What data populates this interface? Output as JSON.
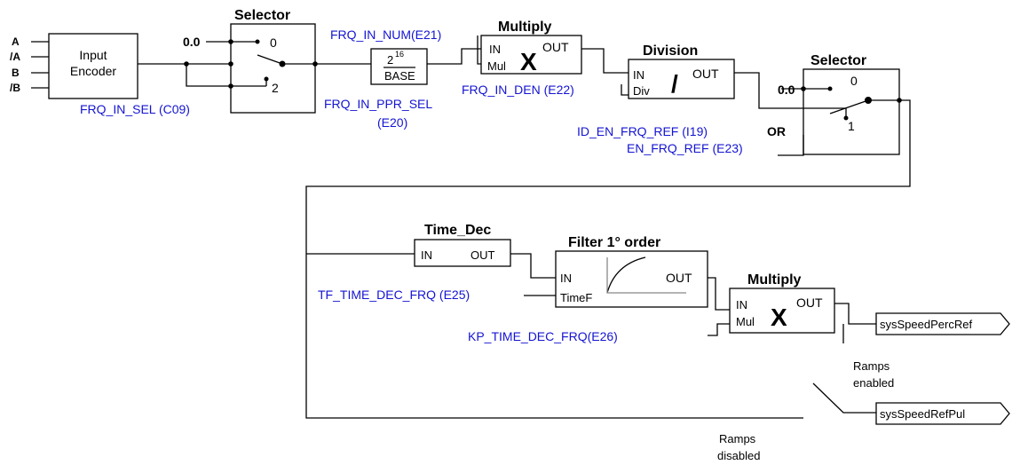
{
  "inputs": {
    "a": "A",
    "a_n": "/A",
    "b": "B",
    "b_n": "/B"
  },
  "encoder": {
    "line1": "Input",
    "line2": "Encoder"
  },
  "selector1": {
    "title": "Selector",
    "const": "0.0",
    "pos0": "0",
    "pos2": "2",
    "param": "FRQ_IN_SEL (C09)"
  },
  "base_block": {
    "two": "2",
    "exp": "16",
    "base": "BASE",
    "param1": "FRQ_IN_PPR_SEL",
    "param2": "(E20)"
  },
  "multiply1": {
    "title": "Multiply",
    "in": "IN",
    "mul": "Mul",
    "out": "OUT",
    "sym": "X",
    "num_param": "FRQ_IN_NUM(E21)"
  },
  "division": {
    "title": "Division",
    "in": "IN",
    "div": "Div",
    "out": "OUT",
    "sym": "/",
    "den_param": "FRQ_IN_DEN (E22)"
  },
  "selector2": {
    "title": "Selector",
    "const": "0.0",
    "pos0": "0",
    "pos1": "1",
    "param1": "ID_EN_FRQ_REF (I19)",
    "or": "OR",
    "param2": "EN_FRQ_REF (E23)"
  },
  "time_dec": {
    "title": "Time_Dec",
    "in": "IN",
    "out": "OUT"
  },
  "filter": {
    "title": "Filter 1° order",
    "in": "IN",
    "timef": "TimeF",
    "out": "OUT",
    "param": "TF_TIME_DEC_FRQ (E25)"
  },
  "multiply2": {
    "title": "Multiply",
    "in": "IN",
    "mul": "Mul",
    "out": "OUT",
    "sym": "X",
    "param": "KP_TIME_DEC_FRQ(E26)"
  },
  "outputs": {
    "perc": "sysSpeedPercRef",
    "pul": "sysSpeedRefPul"
  },
  "ramps_enabled": {
    "line1": "Ramps",
    "line2": "enabled"
  },
  "ramps_disabled": {
    "line1": "Ramps",
    "line2": "disabled"
  }
}
